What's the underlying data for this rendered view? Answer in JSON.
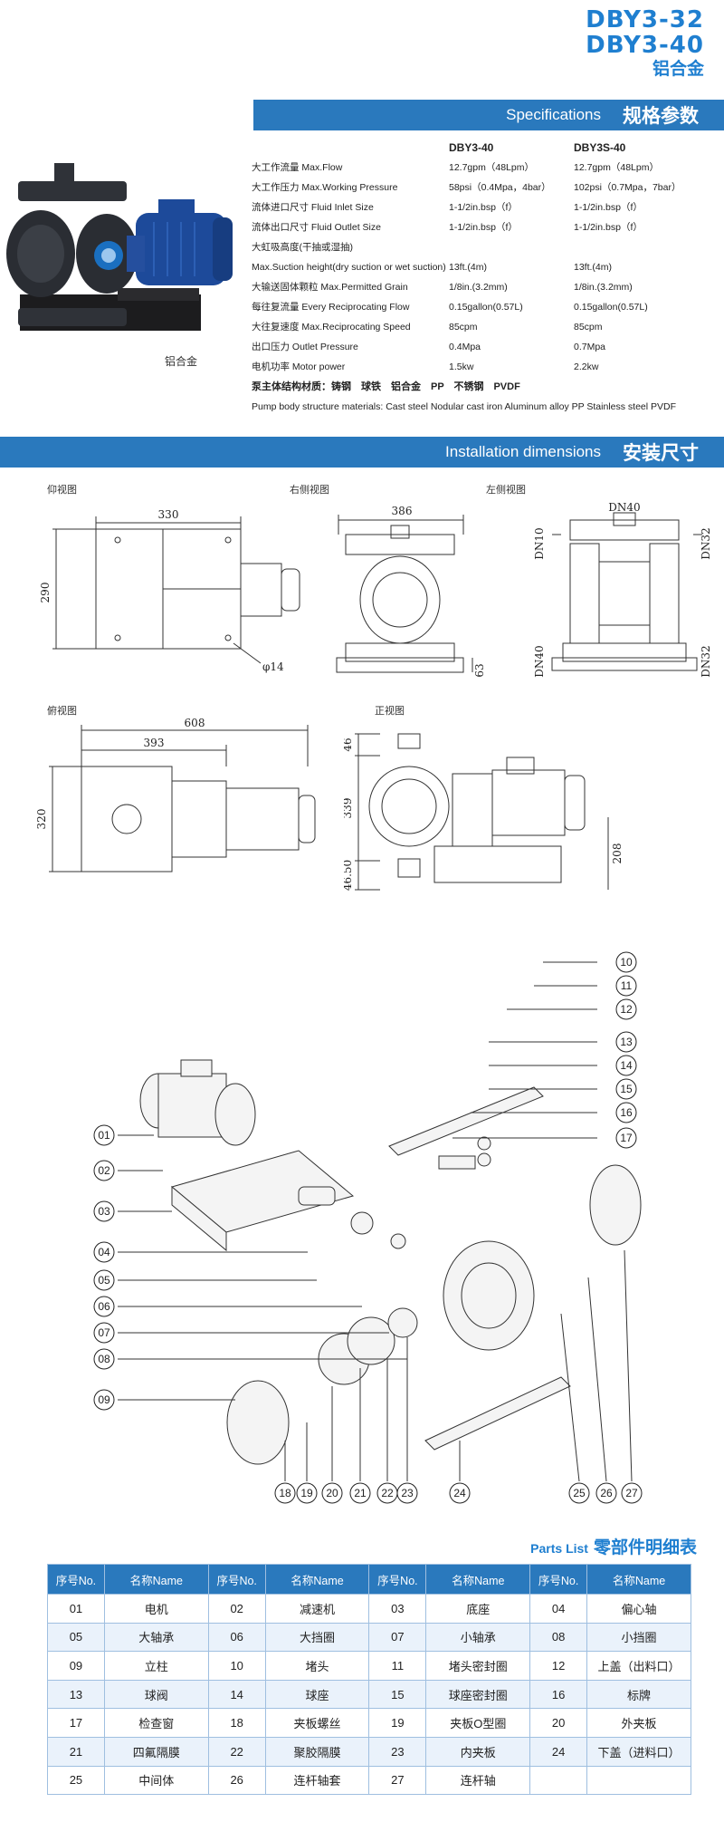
{
  "header": {
    "models": [
      "DBY3-32",
      "DBY3-40"
    ],
    "material": "铝合金"
  },
  "product_image": {
    "label": "铝合金"
  },
  "spec_bar": {
    "en": "Specifications",
    "cn": "规格参数"
  },
  "spec_table": {
    "columns": [
      "DBY3-40",
      "DBY3S-40"
    ],
    "rows": [
      {
        "label": "大工作流量 Max.Flow",
        "v1": "12.7gpm（48Lpm）",
        "v2": "12.7gpm（48Lpm）"
      },
      {
        "label": "大工作压力 Max.Working Pressure",
        "v1": "58psi（0.4Mpa，4bar）",
        "v2": "102psi（0.7Mpa，7bar）"
      },
      {
        "label": "流体进口尺寸 Fluid Inlet Size",
        "v1": "1-1/2in.bsp（f）",
        "v2": "1-1/2in.bsp（f）"
      },
      {
        "label": "流体出口尺寸 Fluid Outlet Size",
        "v1": "1-1/2in.bsp（f）",
        "v2": "1-1/2in.bsp（f）"
      },
      {
        "label": "大虹吸高度(干抽或湿抽)",
        "v1": "",
        "v2": ""
      },
      {
        "label": "Max.Suction height(dry suction or wet suction)",
        "v1": "13ft.(4m)",
        "v2": "13ft.(4m)"
      },
      {
        "label": "大输送固体颗粒 Max.Permitted Grain",
        "v1": "1/8in.(3.2mm)",
        "v2": "1/8in.(3.2mm)"
      },
      {
        "label": "每往复流量 Every Reciprocating Flow",
        "v1": "0.15gallon(0.57L)",
        "v2": "0.15gallon(0.57L)"
      },
      {
        "label": "大往复速度 Max.Reciprocating Speed",
        "v1": "85cpm",
        "v2": "85cpm"
      },
      {
        "label": "出口压力 Outlet Pressure",
        "v1": "0.4Mpa",
        "v2": "0.7Mpa"
      },
      {
        "label": "电机功率 Motor power",
        "v1": "1.5kw",
        "v2": "2.2kw"
      }
    ],
    "material_cn": "泵主体结构材质：铸钢　球铁　铝合金　PP　不锈钢　PVDF",
    "material_en": "Pump body structure materials: Cast steel  Nodular cast iron  Aluminum alloy  PP  Stainless steel  PVDF"
  },
  "install_bar": {
    "en": "Installation dimensions",
    "cn": "安装尺寸"
  },
  "views": {
    "bottom": {
      "label": "仰视图",
      "dims": [
        "330",
        "290",
        "φ14"
      ]
    },
    "right": {
      "label": "右侧视图",
      "dims": [
        "386",
        "63"
      ]
    },
    "left": {
      "label": "左侧视图",
      "dims": [
        "DN40",
        "DN10",
        "DN32",
        "DN40",
        "DN32"
      ]
    },
    "top": {
      "label": "俯视图",
      "dims": [
        "608",
        "393",
        "320"
      ]
    },
    "front": {
      "label": "正视图",
      "dims": [
        "46",
        "339",
        "46.50",
        "208"
      ]
    }
  },
  "callouts": [
    "01",
    "02",
    "03",
    "04",
    "05",
    "06",
    "07",
    "08",
    "09",
    "10",
    "11",
    "12",
    "13",
    "14",
    "15",
    "16",
    "17",
    "18",
    "19",
    "20",
    "21",
    "22",
    "23",
    "24",
    "25",
    "26",
    "27"
  ],
  "parts": {
    "title_en": "Parts List",
    "title_cn": "零部件明细表",
    "headers": [
      "序号No.",
      "名称Name",
      "序号No.",
      "名称Name",
      "序号No.",
      "名称Name",
      "序号No.",
      "名称Name"
    ],
    "rows": [
      [
        "01",
        "电机",
        "02",
        "减速机",
        "03",
        "底座",
        "04",
        "偏心轴"
      ],
      [
        "05",
        "大轴承",
        "06",
        "大挡圈",
        "07",
        "小轴承",
        "08",
        "小挡圈"
      ],
      [
        "09",
        "立柱",
        "10",
        "堵头",
        "11",
        "堵头密封圈",
        "12",
        "上盖（出料口）"
      ],
      [
        "13",
        "球阀",
        "14",
        "球座",
        "15",
        "球座密封圈",
        "16",
        "标牌"
      ],
      [
        "17",
        "检查窗",
        "18",
        "夹板螺丝",
        "19",
        "夹板O型圈",
        "20",
        "外夹板"
      ],
      [
        "21",
        "四氟隔膜",
        "22",
        "聚胶隔膜",
        "23",
        "内夹板",
        "24",
        "下盖（进料口）"
      ],
      [
        "25",
        "中间体",
        "26",
        "连杆轴套",
        "27",
        "连杆轴",
        "",
        ""
      ]
    ]
  }
}
